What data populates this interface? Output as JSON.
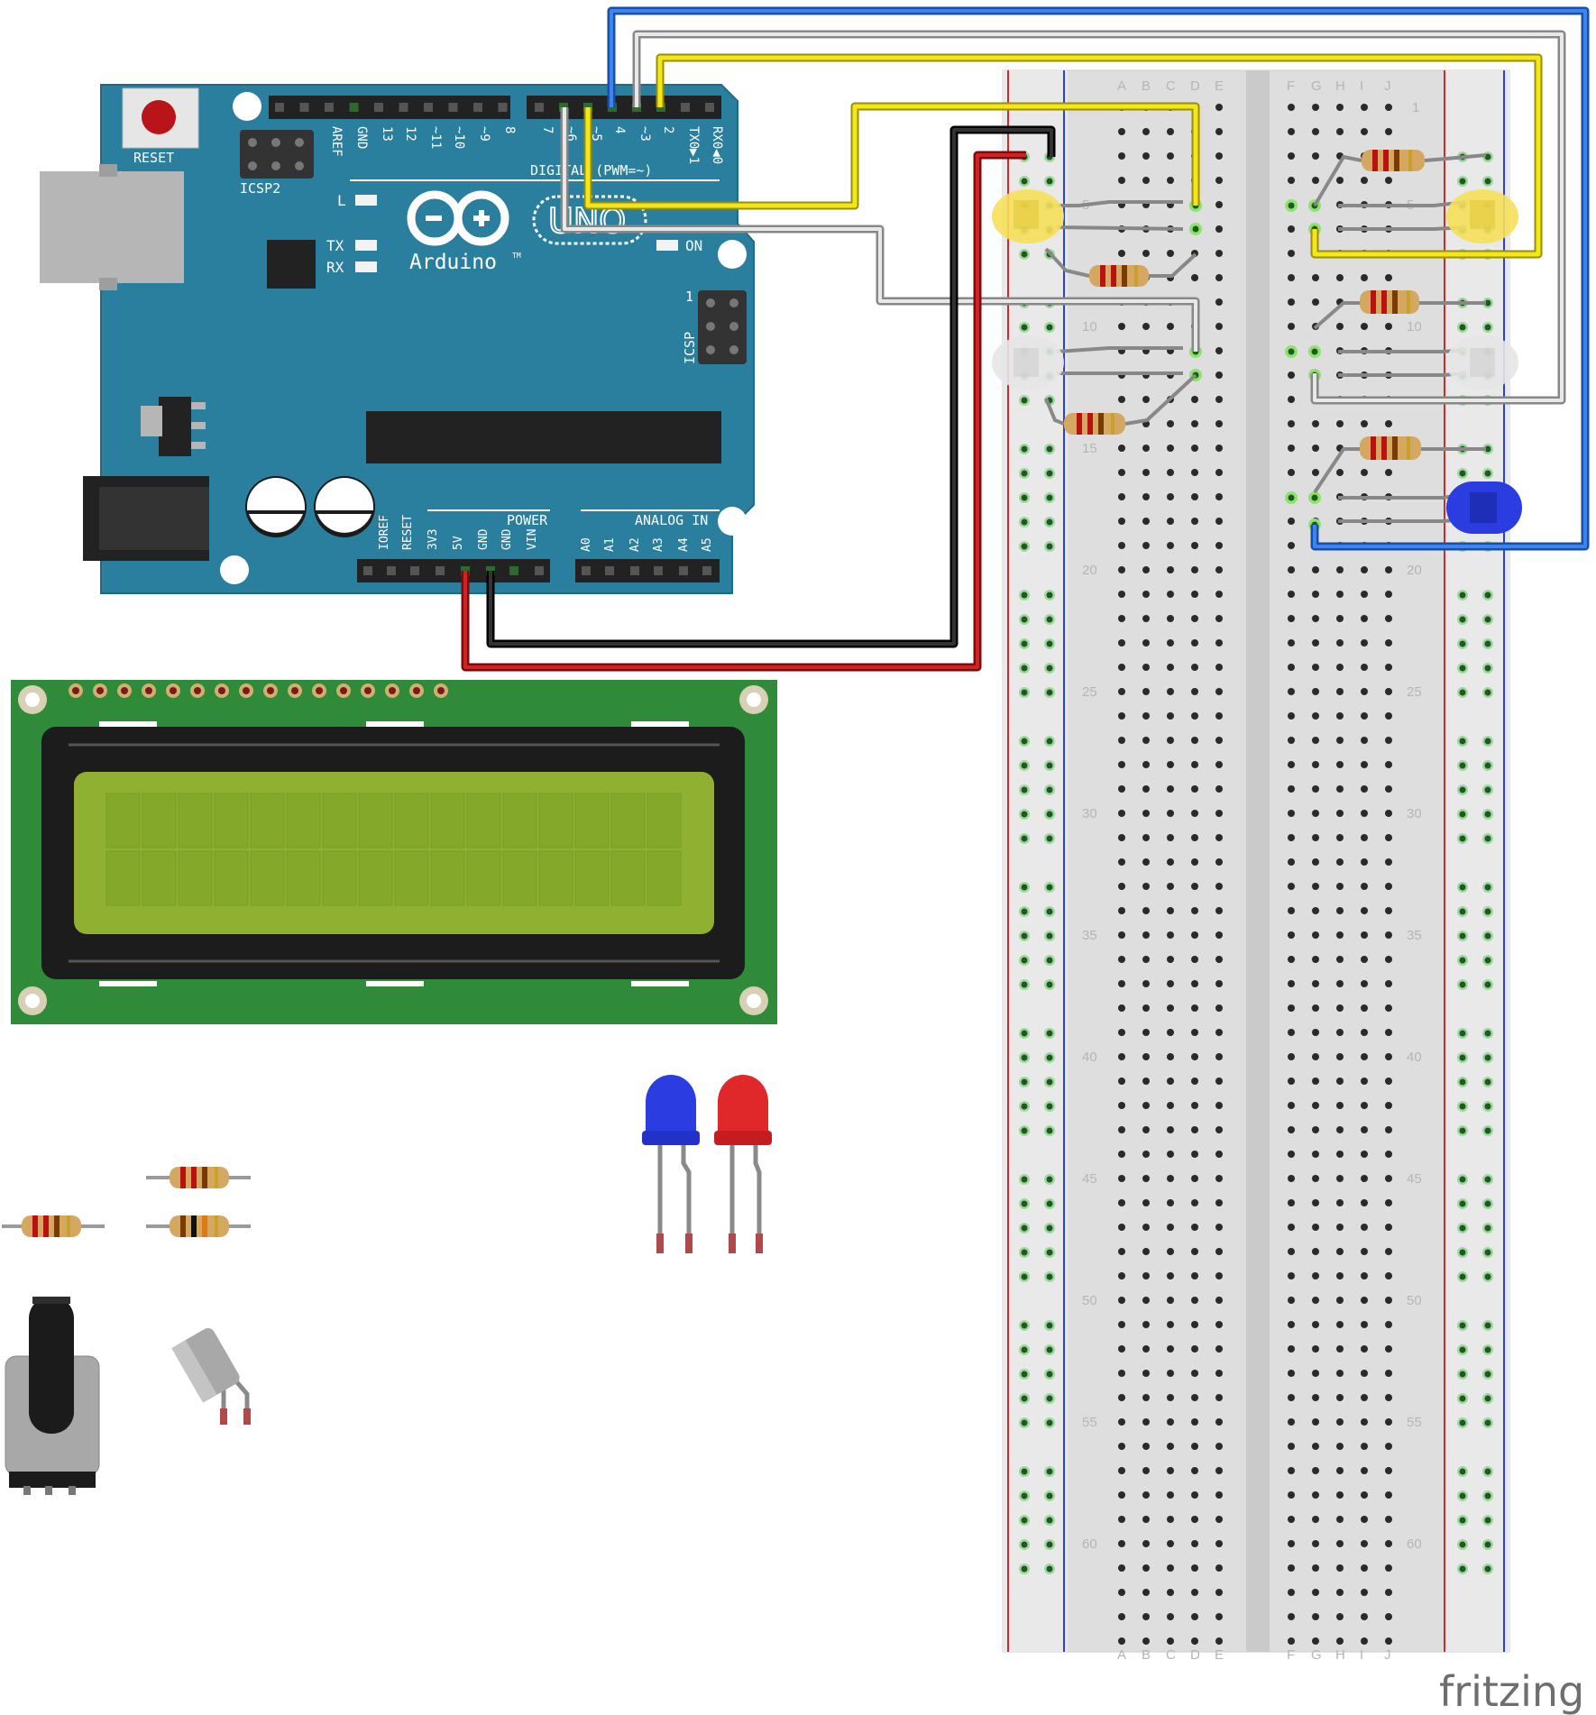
{
  "arduino": {
    "reset_label": "RESET",
    "icsp2_label": "ICSP2",
    "icsp_label": "ICSP",
    "icsp_pin1": "1",
    "brand": "Arduino",
    "tm": "TM",
    "model": "UNO",
    "on_label": "ON",
    "l_label": "L",
    "tx_label": "TX",
    "rx_label": "RX",
    "digital_label": "DIGITAL (PWM=~)",
    "power_label": "POWER",
    "analog_label": "ANALOG IN",
    "digital_pins": [
      "AREF",
      "GND",
      "13",
      "12",
      "~11",
      "~10",
      "~9",
      "8",
      "7",
      "~6",
      "~5",
      "4",
      "~3",
      "2",
      "TX0▶1",
      "RX0◀0"
    ],
    "power_pins": [
      "IOREF",
      "RESET",
      "3V3",
      "5V",
      "GND",
      "GND",
      "VIN"
    ],
    "analog_pins": [
      "A0",
      "A1",
      "A2",
      "A3",
      "A4",
      "A5"
    ]
  },
  "breadboard": {
    "cols_left": [
      "A",
      "B",
      "C",
      "D",
      "E"
    ],
    "cols_right": [
      "F",
      "G",
      "H",
      "I",
      "J"
    ],
    "row_numbers": [
      "1",
      "5",
      "10",
      "15",
      "20",
      "25",
      "30",
      "35",
      "40",
      "45",
      "50",
      "55",
      "60"
    ]
  },
  "logo": "fritzing",
  "colors": {
    "arduino_board": "#2a7f9e",
    "lcd_pcb": "#2f8a3a",
    "lcd_screen": "#8fb030",
    "wire_blue": "#2b6dd4",
    "wire_yellow": "#f3e61a",
    "wire_white": "#c8c8c8",
    "wire_black": "#1a1a1a",
    "wire_red": "#c41a1a",
    "led_yellow": "#f6df5a",
    "led_white": "#e6e6e6",
    "led_blue": "#2b3ce0",
    "led_red": "#e0282b"
  }
}
